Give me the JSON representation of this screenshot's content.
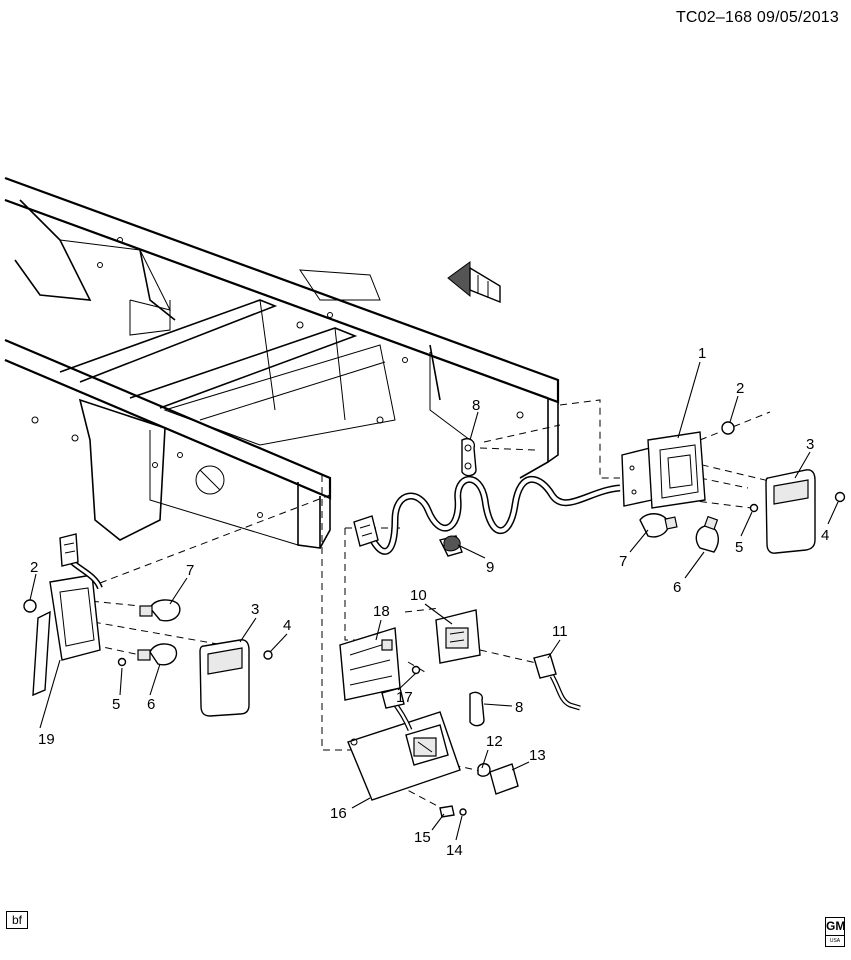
{
  "doc_id": "TC02–168  09/05/2013",
  "author_code": "bf",
  "logo": {
    "name": "gm-logo",
    "top": "GM",
    "bottom": "USA"
  },
  "callouts": [
    {
      "id": "c1",
      "label": "1"
    },
    {
      "id": "c2a",
      "label": "2"
    },
    {
      "id": "c2b",
      "label": "2"
    },
    {
      "id": "c3a",
      "label": "3"
    },
    {
      "id": "c3b",
      "label": "3"
    },
    {
      "id": "c4a",
      "label": "4"
    },
    {
      "id": "c4b",
      "label": "4"
    },
    {
      "id": "c5a",
      "label": "5"
    },
    {
      "id": "c5b",
      "label": "5"
    },
    {
      "id": "c6a",
      "label": "6"
    },
    {
      "id": "c6b",
      "label": "6"
    },
    {
      "id": "c7a",
      "label": "7"
    },
    {
      "id": "c7b",
      "label": "7"
    },
    {
      "id": "c8a",
      "label": "8"
    },
    {
      "id": "c8b",
      "label": "8"
    },
    {
      "id": "c9",
      "label": "9"
    },
    {
      "id": "c10",
      "label": "10"
    },
    {
      "id": "c11",
      "label": "11"
    },
    {
      "id": "c12",
      "label": "12"
    },
    {
      "id": "c13",
      "label": "13"
    },
    {
      "id": "c14",
      "label": "14"
    },
    {
      "id": "c15",
      "label": "15"
    },
    {
      "id": "c16",
      "label": "16"
    },
    {
      "id": "c17",
      "label": "17"
    },
    {
      "id": "c18",
      "label": "18"
    },
    {
      "id": "c19",
      "label": "19"
    }
  ]
}
